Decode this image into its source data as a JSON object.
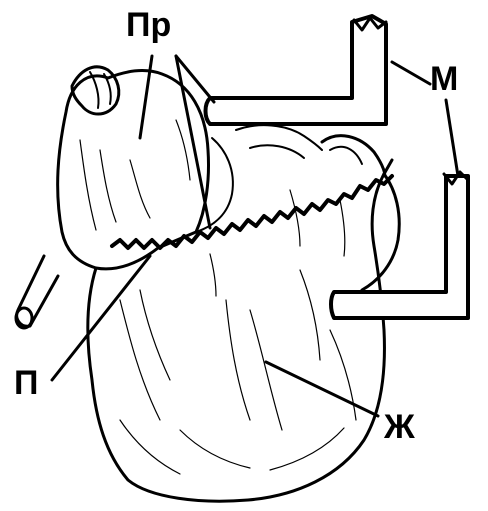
{
  "labels": {
    "pr": "Пр",
    "m": "М",
    "p": "П",
    "zh": "Ж"
  },
  "colors": {
    "ink": "#000000",
    "background": "#ffffff"
  }
}
